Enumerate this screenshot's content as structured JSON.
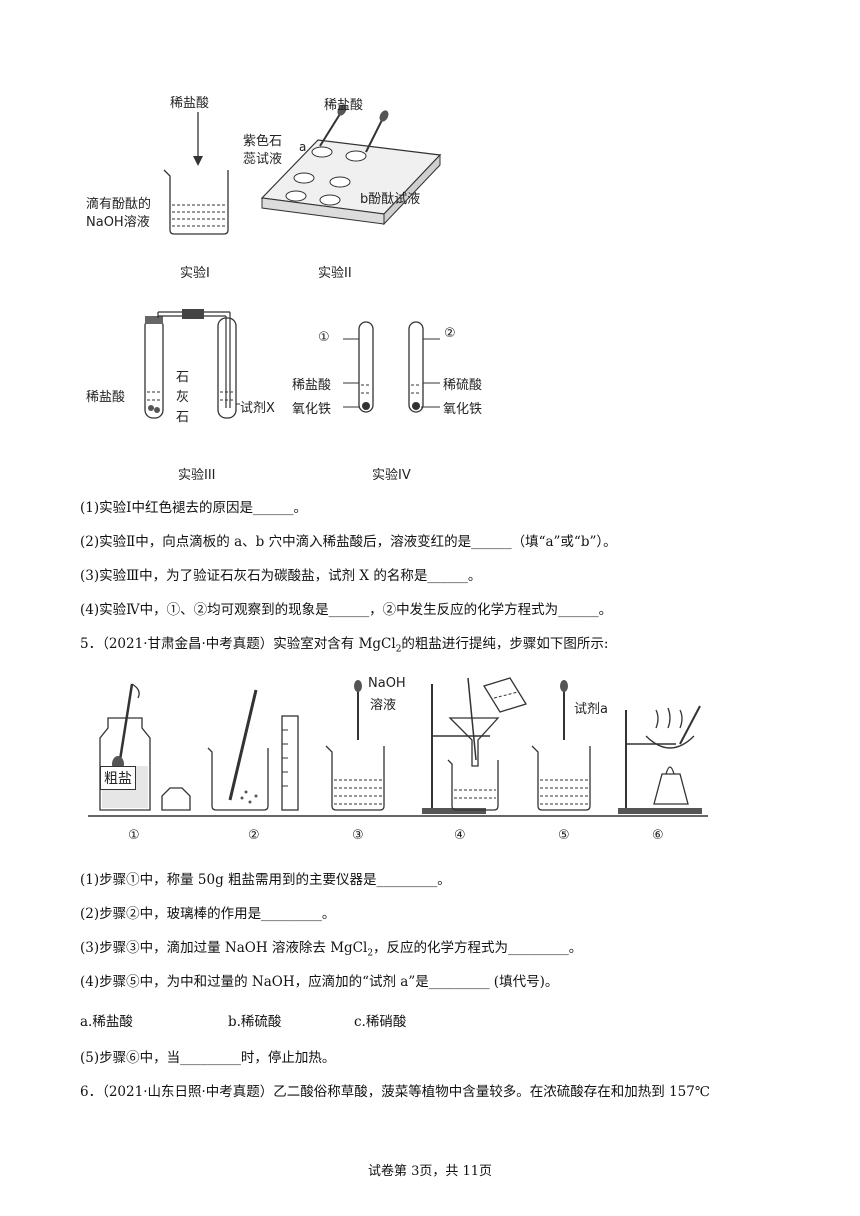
{
  "figure1": {
    "exp1": {
      "top_label": "稀盐酸",
      "side_label_1": "滴有酚酞的",
      "side_label_2": "NaOH溶液",
      "caption": "实验I"
    },
    "exp2": {
      "top_label": "稀盐酸",
      "label_purple_1": "紫色石",
      "label_purple_2": "蕊试液",
      "label_a": "a",
      "label_b": "b酚酞试液",
      "caption": "实验II"
    },
    "exp3": {
      "label_acid": "稀盐酸",
      "label_stone_1": "石",
      "label_stone_2": "灰",
      "label_stone_3": "石",
      "label_reagent": "试剂X",
      "caption": "实验III"
    },
    "exp4": {
      "label_num1": "①",
      "label_num2": "②",
      "label_hcl": "稀盐酸",
      "label_fe1": "氧化铁",
      "label_h2so4": "稀硫酸",
      "label_fe2": "氧化铁",
      "caption": "实验IV"
    }
  },
  "q4": {
    "lines": [
      "(1)实验Ⅰ中红色褪去的原因是______。",
      "(2)实验Ⅱ中，向点滴板的 a、b 穴中滴入稀盐酸后，溶液变红的是______（填“a”或“b”）。",
      "(3)实验Ⅲ中，为了验证石灰石为碳酸盐，试剂 X 的名称是______。",
      "(4)实验Ⅳ中，①、②均可观察到的现象是______，②中发生反应的化学方程式为______。"
    ]
  },
  "q5": {
    "intro_a": "5．（2021·甘肃金昌·中考真题）实验室对含有  MgCl",
    "intro_sub": "2",
    "intro_b": "的粗盐进行提纯，步骤如下图所示:",
    "figure": {
      "salt_label": "粗盐",
      "naoh_label_1": "NaOH",
      "naoh_label_2": "溶液",
      "reagent_label": "试剂a",
      "steps": [
        "①",
        "②",
        "③",
        "④",
        "⑤",
        "⑥"
      ]
    },
    "line1": "(1)步骤①中，称量  50g 粗盐需用到的主要仪器是_________。",
    "line2": "(2)步骤②中，玻璃棒的作用是_________。",
    "line3_a": "(3)步骤③中，滴加过量  NaOH 溶液除去  MgCl",
    "line3_sub": "2",
    "line3_b": "，反应的化学方程式为_________。",
    "line4": "(4)步骤⑤中，为中和过量的  NaOH，应滴加的“试剂  a”是_________ (填代号)。",
    "options": [
      "a.稀盐酸",
      "b.稀硫酸",
      "c.稀硝酸"
    ],
    "line5": "(5)步骤⑥中，当_________时，停止加热。"
  },
  "q6": {
    "intro": "6．（2021·山东日照·中考真题）乙二酸俗称草酸，菠菜等植物中含量较多。在浓硫酸存在和加热到 157℃"
  },
  "footer": {
    "page": "试卷第 3页，共 11页"
  }
}
